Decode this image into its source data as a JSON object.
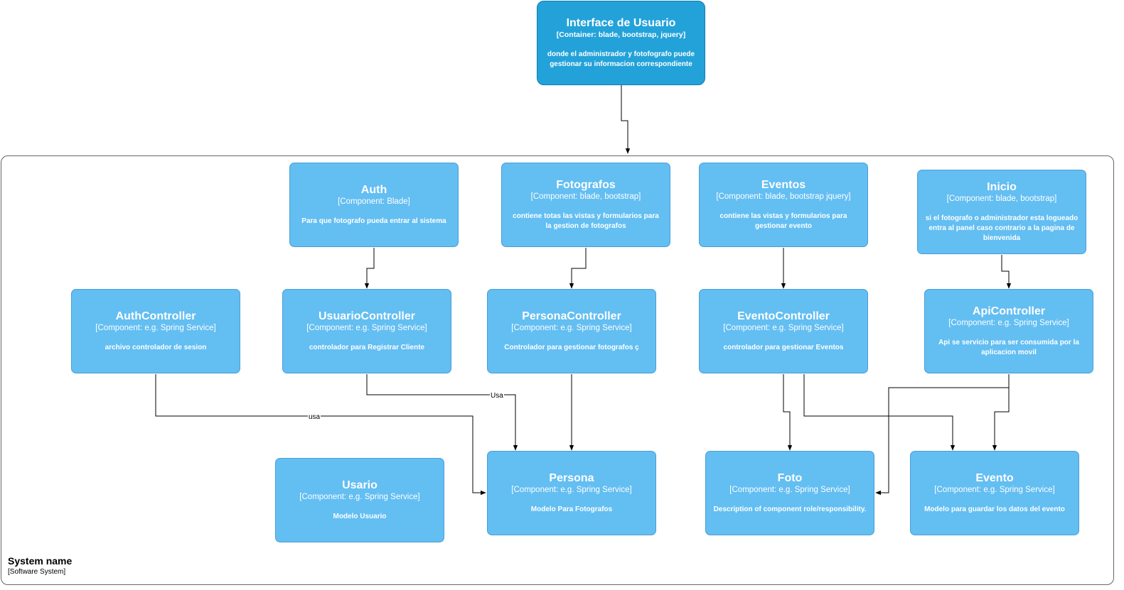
{
  "system": {
    "name": "System name",
    "technology": "[Software System]"
  },
  "colors": {
    "container_fill": "#23a2d9",
    "component_fill": "#63bef2",
    "edge": "#000000"
  },
  "nodes": {
    "interface": {
      "title": "Interface de Usuario",
      "tech": "[Container: blade, bootstrap, jquery]",
      "desc": "donde el administrador y fotofografo puede gestionar su informacion correspondiente"
    },
    "auth": {
      "title": "Auth",
      "tech": "[Component: Blade]",
      "desc": "Para que fotografo pueda entrar al sistema"
    },
    "fotografos": {
      "title": "Fotografos",
      "tech": "[Component: blade, bootstrap]",
      "desc": "contiene totas las vistas y formularios para la gestion de fotografos"
    },
    "eventos": {
      "title": "Eventos",
      "tech": "[Component: blade, bootstrap jquery]",
      "desc": "contiene las vistas y formularios para gestionar evento"
    },
    "inicio": {
      "title": "Inicio",
      "tech": "[Component: blade, bootstrap]",
      "desc": "si el fotografo o administrador esta logueado entra al panel caso contrario a la pagina de bienvenida"
    },
    "authcontroller": {
      "title": "AuthController",
      "tech": "[Component: e.g. Spring Service]",
      "desc": "archivo controlador de sesion"
    },
    "usuariocontroller": {
      "title": "UsuarioController",
      "tech": "[Component: e.g. Spring Service]",
      "desc": "controlador para Registrar Cliente"
    },
    "personacontroller": {
      "title": "PersonaController",
      "tech": "[Component: e.g. Spring Service]",
      "desc": "Controlador para gestionar fotografos ç"
    },
    "eventocontroller": {
      "title": "EventoController",
      "tech": "[Component: e.g. Spring Service]",
      "desc": "controlador para gestionar Eventos"
    },
    "apicontroller": {
      "title": "ApiController",
      "tech": "[Component: e.g. Spring Service]",
      "desc": "Api se servicio para ser consumida por la aplicacion movil"
    },
    "usario": {
      "title": "Usario",
      "tech": "[Component: e.g. Spring Service]",
      "desc": "Modelo Usuario"
    },
    "persona": {
      "title": "Persona",
      "tech": "[Component: e.g. Spring Service]",
      "desc": "Modelo Para Fotografos"
    },
    "foto": {
      "title": "Foto",
      "tech": "[Component: e.g. Spring Service]",
      "desc": "Description of component role/responsibility."
    },
    "evento": {
      "title": "Evento",
      "tech": "[Component: e.g. Spring Service]",
      "desc": "Modelo para guardar los datos del evento"
    }
  },
  "edges": [
    {
      "from": "interface",
      "to": "system",
      "label": ""
    },
    {
      "from": "auth",
      "to": "usuariocontroller",
      "label": ""
    },
    {
      "from": "fotografos",
      "to": "personacontroller",
      "label": ""
    },
    {
      "from": "eventos",
      "to": "eventocontroller",
      "label": ""
    },
    {
      "from": "inicio",
      "to": "apicontroller",
      "label": ""
    },
    {
      "from": "authcontroller",
      "to": "persona",
      "label": "usa"
    },
    {
      "from": "usuariocontroller",
      "to": "persona",
      "label": "Usa"
    },
    {
      "from": "personacontroller",
      "to": "persona",
      "label": ""
    },
    {
      "from": "eventocontroller",
      "to": "foto",
      "label": ""
    },
    {
      "from": "eventocontroller",
      "to": "evento",
      "label": ""
    },
    {
      "from": "apicontroller",
      "to": "foto",
      "label": ""
    },
    {
      "from": "apicontroller",
      "to": "evento",
      "label": ""
    }
  ]
}
